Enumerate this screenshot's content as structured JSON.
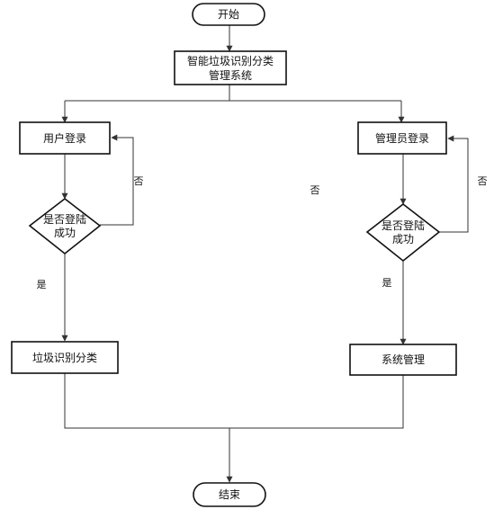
{
  "flowchart": {
    "start": "开始",
    "system": [
      "智能垃圾识别分类",
      "管理系统"
    ],
    "user_login": "用户登录",
    "user_check": [
      "是否登陆",
      "成功"
    ],
    "user_function": "垃圾识别分类",
    "admin_login": "管理员登录",
    "admin_check": [
      "是否登陆",
      "成功"
    ],
    "admin_function": "系统管理",
    "end": "结束",
    "labels": {
      "user_no": "否",
      "middle_no": "否",
      "admin_no": "否",
      "user_yes": "是",
      "admin_yes": "是"
    }
  },
  "colors": {
    "stroke": "#111111",
    "line": "#333333",
    "fill": "#ffffff"
  }
}
